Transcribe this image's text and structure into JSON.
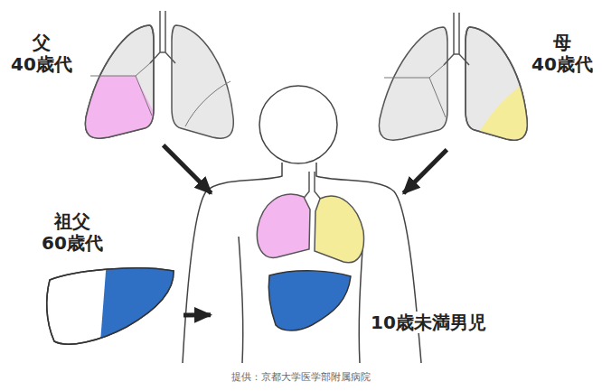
{
  "diagram": {
    "caption": "提供：京都大学医学部附属病院",
    "nodes": [
      {
        "text": [
          "父 40歳代"
        ]
      },
      {
        "text": [
          "母 40歳代"
        ]
      },
      {
        "text": [
          "祖父 60歳代"
        ]
      },
      {
        "text": [
          "10歳未満男児"
        ]
      }
    ],
    "edges": [
      {
        "from": 0,
        "to": 3,
        "arrow": "to"
      },
      {
        "from": 1,
        "to": 3,
        "arrow": "to"
      },
      {
        "from": 2,
        "to": 3,
        "arrow": "to"
      }
    ]
  }
}
